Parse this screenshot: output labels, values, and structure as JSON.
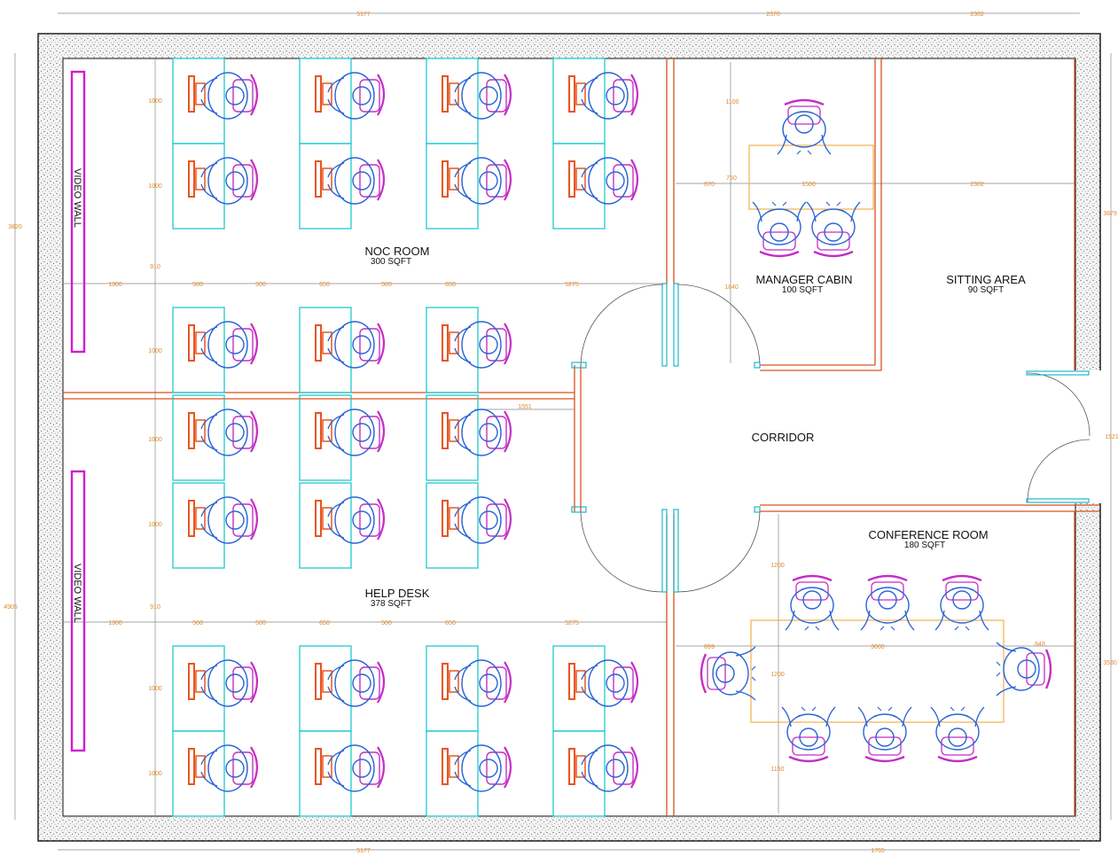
{
  "rooms": {
    "noc": {
      "name": "NOC ROOM",
      "area": "300 SQFT"
    },
    "help": {
      "name": "HELP DESK",
      "area": "378 SQFT"
    },
    "manager": {
      "name": "MANAGER CABIN",
      "area": "100 SQFT"
    },
    "sitting": {
      "name": "SITTING AREA",
      "area": "90 SQFT"
    },
    "corridor": {
      "name": "CORRIDOR"
    },
    "conference": {
      "name": "CONFERENCE ROOM",
      "area": "180 SQFT"
    }
  },
  "video_wall": {
    "label": "VIDEO WALL"
  },
  "dims": {
    "top": [
      "5177",
      "2370",
      "2302"
    ],
    "bottom": [
      "5177",
      "1765"
    ],
    "left": [
      "3820",
      "4905"
    ],
    "right": [
      "3879",
      "1521",
      "3530"
    ],
    "noc_row": [
      "1300",
      "500",
      "500",
      "650",
      "500",
      "650",
      "5275"
    ],
    "help_row": [
      "1300",
      "500",
      "500",
      "650",
      "500",
      "650",
      "5275"
    ],
    "desk_v": [
      "1000",
      "1000",
      "1000",
      "1000",
      "1000",
      "1000",
      "1000"
    ],
    "manager_h": [
      "870",
      "750",
      "1500",
      "2302"
    ],
    "manager_v": [
      "1100",
      "1840"
    ],
    "conf_h": [
      "899",
      "3000",
      "848"
    ],
    "conf_v": [
      "1200",
      "1200",
      "1150"
    ],
    "misc": [
      "910",
      "910",
      "1551"
    ]
  },
  "colors": {
    "chair": "#c42fc4",
    "person": "#2a63d6",
    "desk": "#1fc9cf",
    "monitor": "#e8551f",
    "wall": "#d9501e",
    "table": "#f0b048",
    "dim": "#e08a2c",
    "video_wall": "#d21bd2"
  }
}
